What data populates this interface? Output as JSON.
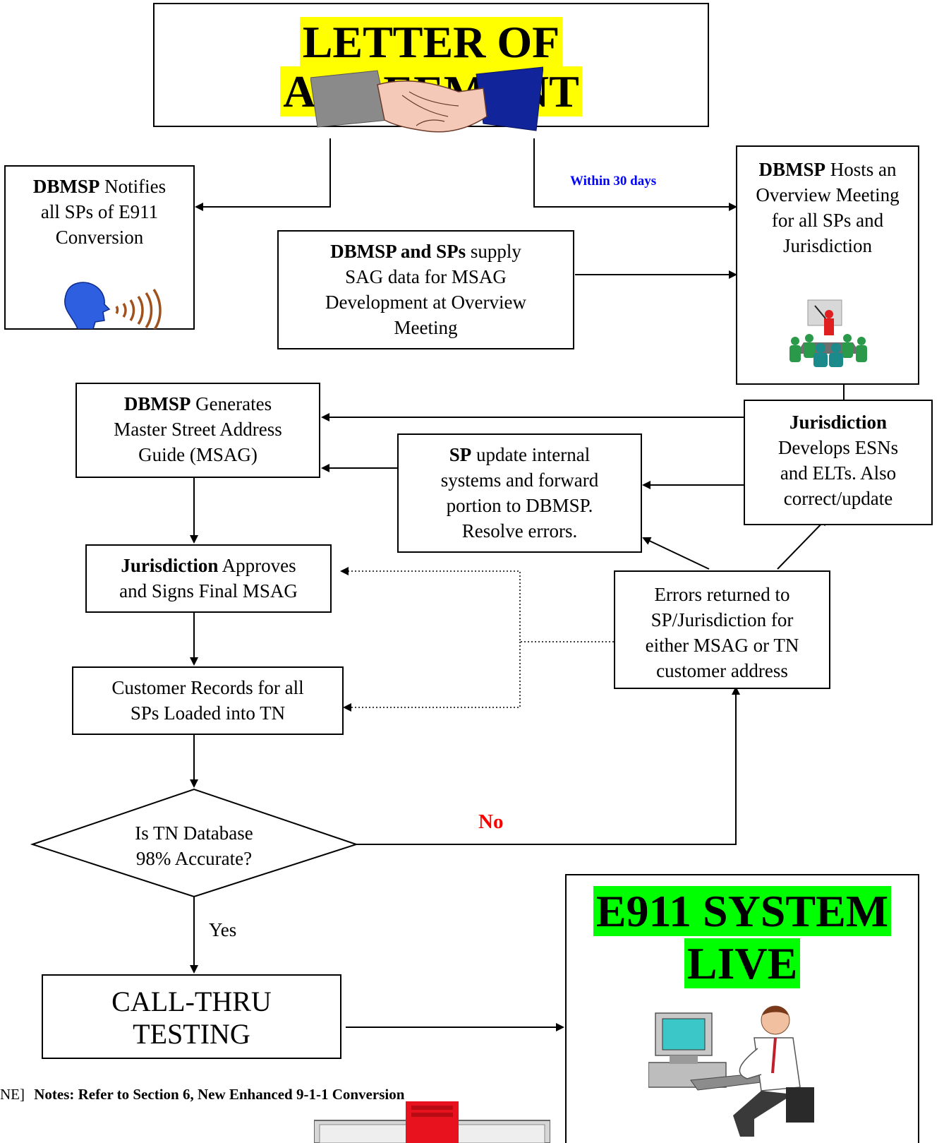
{
  "title_box": {
    "line1": "LETTER OF",
    "line2": "AGREEMENT"
  },
  "notify_box": {
    "bold": "DBMSP",
    "rest1": " Notifies",
    "line2": "all SPs of E911",
    "line3": "Conversion"
  },
  "within_label": "Within 30 days",
  "overview_box": {
    "bold": "DBMSP",
    "rest1": " Hosts an",
    "line2": "Overview Meeting",
    "line3": "for all SPs and",
    "line4": "Jurisdiction"
  },
  "sag_box": {
    "bold": "DBMSP and SPs",
    "rest1": " supply",
    "line2": "SAG data for MSAG",
    "line3": "Development at Overview",
    "line4": "Meeting"
  },
  "generate_box": {
    "bold": "DBMSP",
    "rest1": " Generates",
    "line2": "Master Street Address",
    "line3": "Guide (MSAG)"
  },
  "sp_update_box": {
    "bold": "SP",
    "rest1": " update internal",
    "line2": "systems and forward",
    "line3": "portion to DBMSP.",
    "line4": "Resolve errors."
  },
  "jur_develops_box": {
    "bold": "Jurisdiction",
    "line2": "Develops ESNs",
    "line3": "and ELTs. Also",
    "line4": "correct/update"
  },
  "approve_box": {
    "bold": "Jurisdiction",
    "rest1": " Approves",
    "line2": "and Signs Final MSAG"
  },
  "errors_box": {
    "line1": "Errors returned to",
    "line2": "SP/Jurisdiction for",
    "line3": "either MSAG or TN",
    "line4": "customer address"
  },
  "customer_box": {
    "line1": "Customer Records for all",
    "line2": "SPs Loaded into TN"
  },
  "decision": {
    "line1": "Is TN Database",
    "line2": "98%  Accurate?"
  },
  "no_label": "No",
  "yes_label": "Yes",
  "callthru_box": {
    "line1": "CALL-THRU",
    "line2": "TESTING"
  },
  "live_box": {
    "line1": "E911 SYSTEM",
    "line2": "LIVE"
  },
  "notes": {
    "prefix": "NE]",
    "text": "Notes: Refer to Section 6, New Enhanced 9-1-1 Conversion"
  },
  "colors": {
    "yellow_highlight": "#ffff00",
    "green_highlight": "#00ff00",
    "blue_label": "#0000ff",
    "red_label": "#ff0000"
  },
  "icons": [
    "handshake-icon",
    "speaking-head-icon",
    "meeting-presentation-icon",
    "office-worker-computer-icon",
    "nine-one-one-logo-icon"
  ]
}
